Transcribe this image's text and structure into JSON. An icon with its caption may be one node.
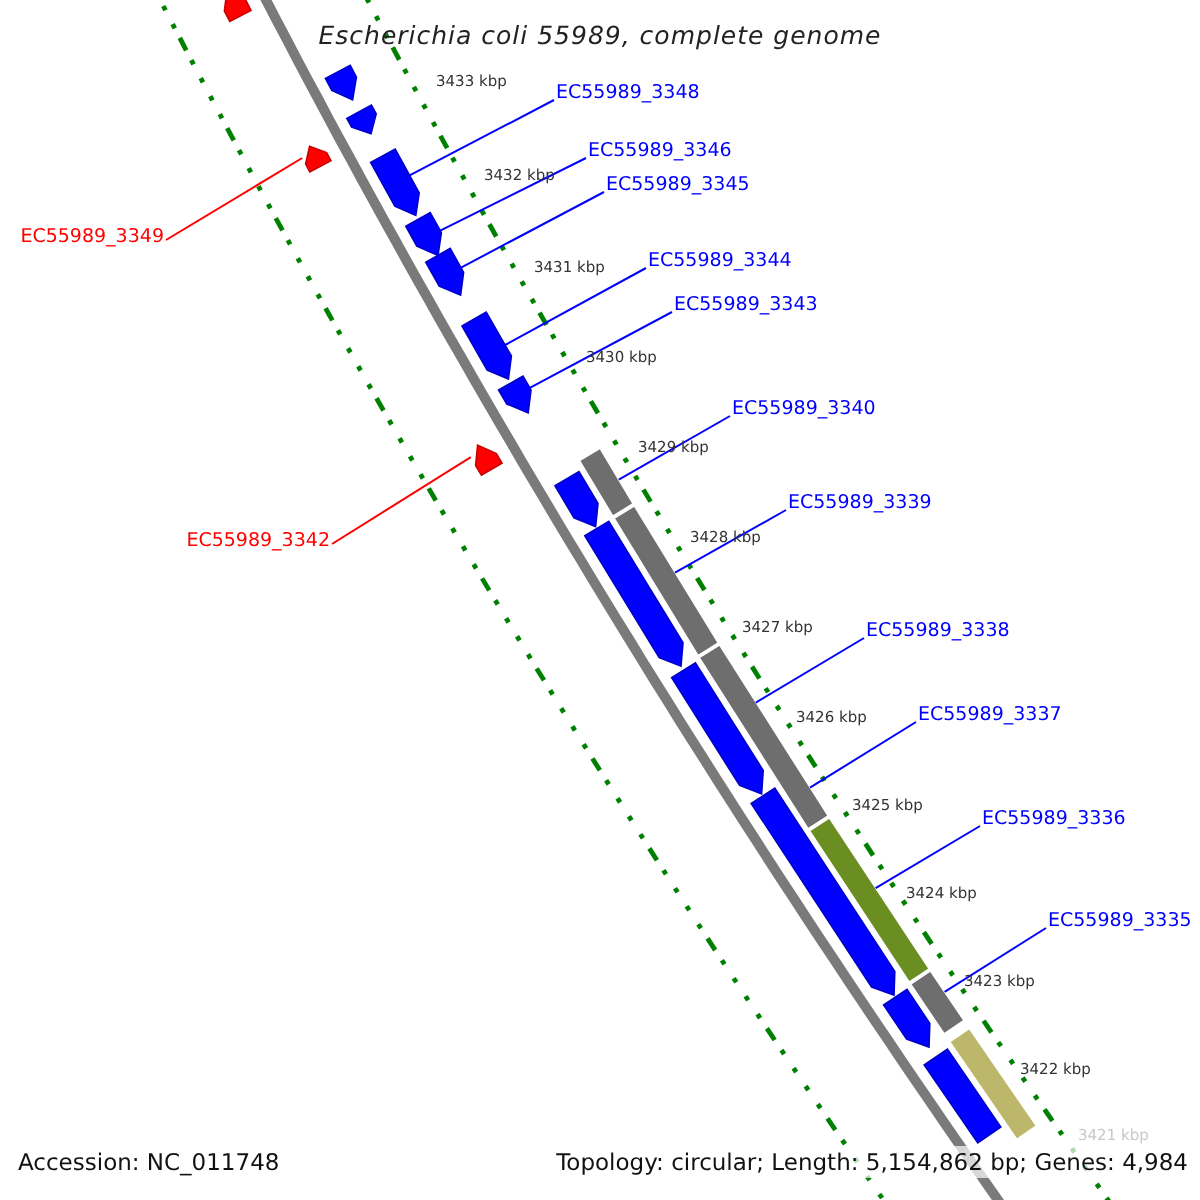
{
  "diagram": {
    "title": "Escherichia coli 55989, complete genome",
    "nodes": [
      {
        "text": [
          "EC55989_3348"
        ]
      },
      {
        "text": [
          "EC55989_3346"
        ]
      },
      {
        "text": [
          "EC55989_3345"
        ]
      },
      {
        "text": [
          "EC55989_3349"
        ]
      },
      {
        "text": [
          "EC55989_3344"
        ]
      },
      {
        "text": [
          "EC55989_3343"
        ]
      },
      {
        "text": [
          "EC55989_3340"
        ]
      },
      {
        "text": [
          "EC55989_3339"
        ]
      },
      {
        "text": [
          "EC55989_3342"
        ]
      },
      {
        "text": [
          "EC55989_3338"
        ]
      },
      {
        "text": [
          "EC55989_3337"
        ]
      },
      {
        "text": [
          "EC55989_3336"
        ]
      },
      {
        "text": [
          "EC55989_3335"
        ]
      },
      {
        "text": [],
        "shape": "pentagon"
      },
      {
        "text": [],
        "shape": "pentagon"
      },
      {
        "text": [],
        "shape": "pentagon"
      },
      {
        "text": [],
        "shape": "pentagon"
      },
      {
        "text": [],
        "shape": "pentagon"
      },
      {
        "text": [],
        "shape": "pentagon"
      },
      {
        "text": [],
        "shape": "pentagon"
      },
      {
        "text": [],
        "shape": "pentagon"
      },
      {
        "text": [],
        "shape": "pentagon"
      },
      {
        "text": [],
        "shape": "pentagon"
      },
      {
        "text": [],
        "shape": "pentagon"
      },
      {
        "text": [],
        "shape": "pentagon"
      },
      {
        "text": [],
        "shape": "bar"
      },
      {
        "text": [],
        "shape": "pentagon"
      },
      {
        "text": [],
        "shape": "pentagon"
      },
      {
        "text": [],
        "shape": "pentagon"
      },
      {
        "text": [],
        "shape": "bar"
      },
      {
        "text": [],
        "shape": "bar"
      },
      {
        "text": [],
        "shape": "bar"
      },
      {
        "text": [],
        "shape": "bar"
      },
      {
        "text": [],
        "shape": "bar"
      },
      {
        "text": [],
        "shape": "bar"
      }
    ],
    "edges": [
      {
        "from": 0,
        "to": 15,
        "arrow": "none"
      },
      {
        "from": 1,
        "to": 16,
        "arrow": "none"
      },
      {
        "from": 2,
        "to": 17,
        "arrow": "none"
      },
      {
        "from": 3,
        "to": 27,
        "arrow": "none",
        "color": "#ff0000"
      },
      {
        "from": 4,
        "to": 18,
        "arrow": "none"
      },
      {
        "from": 5,
        "to": 19,
        "arrow": "none"
      },
      {
        "from": 6,
        "to": 29,
        "arrow": "none"
      },
      {
        "from": 7,
        "to": 30,
        "arrow": "none"
      },
      {
        "from": 8,
        "to": 28,
        "arrow": "none",
        "color": "#ff0000"
      },
      {
        "from": 9,
        "to": 31,
        "arrow": "none"
      },
      {
        "from": 10,
        "to": 31,
        "arrow": "none"
      },
      {
        "from": 11,
        "to": 32,
        "arrow": "none"
      },
      {
        "from": 12,
        "to": 33,
        "arrow": "none"
      }
    ],
    "labels": [
      "3433 kbp",
      "3432 kbp",
      "3431 kbp",
      "3430 kbp",
      "3429 kbp",
      "3428 kbp",
      "3427 kbp",
      "3426 kbp",
      "3425 kbp",
      "3424 kbp",
      "3423 kbp",
      "3422 kbp",
      "3421 kbp",
      "Accession: NC_011748",
      "Topology: circular; Length: 5,154,862 bp; Genes: 4,984"
    ]
  }
}
